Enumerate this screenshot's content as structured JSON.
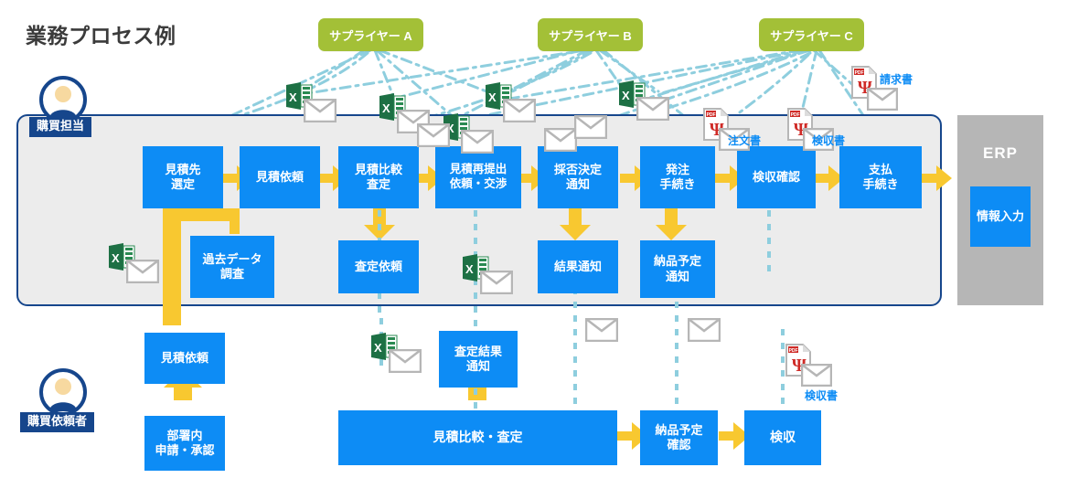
{
  "title": "業務プロセス例",
  "roles": [
    {
      "name": "購買担当",
      "icon": "person-icon"
    },
    {
      "name": "購買依頼者",
      "icon": "person-icon"
    }
  ],
  "suppliers": [
    {
      "label": "サプライヤー A"
    },
    {
      "label": "サプライヤー B"
    },
    {
      "label": "サプライヤー C"
    }
  ],
  "buyer_main_flow": [
    {
      "label": "見積先\n選定"
    },
    {
      "label": "見積依頼"
    },
    {
      "label": "見積比較\n査定"
    },
    {
      "label": "見積再提出\n依頼・交渉"
    },
    {
      "label": "採否決定\n通知"
    },
    {
      "label": "発注\n手続き"
    },
    {
      "label": "検収確認"
    },
    {
      "label": "支払\n手続き"
    }
  ],
  "buyer_sub_flow": [
    {
      "label": "過去データ\n調査"
    },
    {
      "label": "査定依頼"
    },
    {
      "label": "結果通知"
    },
    {
      "label": "納品予定\n通知"
    }
  ],
  "requester_flow": [
    {
      "label": "見積依頼"
    },
    {
      "label": "部署内\n申請・承認"
    },
    {
      "label": "査定結果\n通知"
    },
    {
      "label": "見積比較・査定"
    },
    {
      "label": "納品予定\n確認"
    },
    {
      "label": "検収"
    }
  ],
  "erp": {
    "title": "ERP",
    "action": "情報入力"
  },
  "documents": [
    {
      "label": "請求書",
      "type": "pdf-icon"
    },
    {
      "label": "注文書",
      "type": "pdf-icon"
    },
    {
      "label": "検収書",
      "type": "pdf-icon"
    },
    {
      "label": "検収書",
      "type": "pdf-icon"
    }
  ],
  "icons": {
    "excel": "excel-file-icon",
    "pdf": "pdf-file-icon",
    "mail": "envelope-icon",
    "arrow": "arrow-right-icon"
  },
  "colors": {
    "process_blue": "#0d8cf5",
    "supplier_green": "#a3c037",
    "panel_border": "#16468c",
    "panel_fill": "#ececec",
    "arrow_yellow": "#f8c830",
    "dash_line": "#8ecede",
    "erp_gray": "#b6b6b6",
    "doc_label": "#0d8cf5",
    "title_gray": "#3b3b3b"
  }
}
